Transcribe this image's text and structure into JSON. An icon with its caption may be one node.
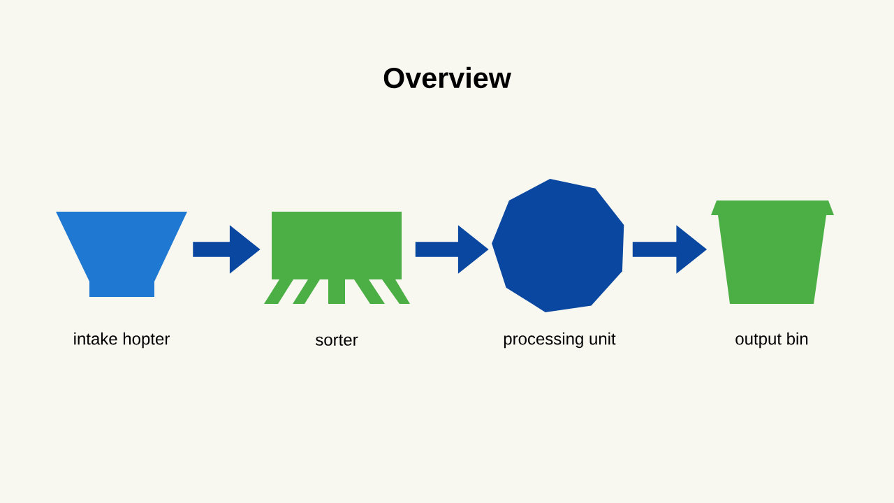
{
  "diagram": {
    "title": "Overview",
    "nodes": [
      {
        "text": [
          "intake hopter"
        ]
      },
      {
        "text": [
          "sorter"
        ]
      },
      {
        "text": [
          "processing unit"
        ]
      },
      {
        "text": [
          "output bin"
        ]
      }
    ],
    "edges": [
      {
        "from": 0,
        "to": 1,
        "arrow": "to"
      },
      {
        "from": 1,
        "to": 2,
        "arrow": "to"
      },
      {
        "from": 2,
        "to": 3,
        "arrow": "to"
      }
    ]
  }
}
